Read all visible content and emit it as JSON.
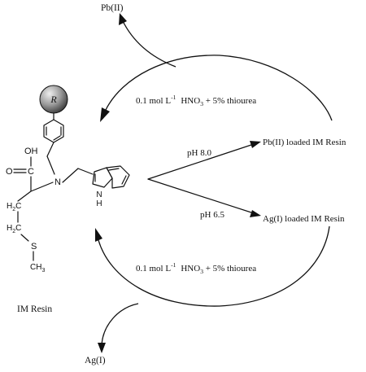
{
  "labels": {
    "pb_product": "Pb(II)",
    "ag_product": "Ag(I)",
    "eluent_top_prefix": "0.1 mol L",
    "eluent_top_sup": "-1",
    "eluent_top_acid": "HNO",
    "eluent_top_sub": "3",
    "eluent_top_suffix": " + 5% thiourea",
    "eluent_bottom_prefix": "0.1 mol L",
    "eluent_bottom_sup": "-1",
    "eluent_bottom_acid": "HNO",
    "eluent_bottom_sub": "3",
    "eluent_bottom_suffix": " + 5% thiourea",
    "ph_pb": "pH 8.0",
    "ph_ag": "pH 6.5",
    "pb_loaded": "Pb(II) loaded IM Resin",
    "ag_loaded": "Ag(I) loaded IM Resin",
    "resin_name": "IM Resin"
  },
  "structure": {
    "bead": "R",
    "hydroxyl": "OH",
    "oxygen": "O",
    "carbon": "C",
    "nitrogen": "N",
    "methylene_h": "H",
    "methylene_sub": "2",
    "methylene_c": "C",
    "methylene2_h": "H",
    "methylene2_sub": "2",
    "methylene2_c": "C",
    "sulfur": "S",
    "methyl": "CH",
    "methyl_sub": "3",
    "indole_nh": "N",
    "indole_h": "H"
  },
  "colors": {
    "ink": "#111111",
    "bead_fill": "#9a9a9a"
  }
}
